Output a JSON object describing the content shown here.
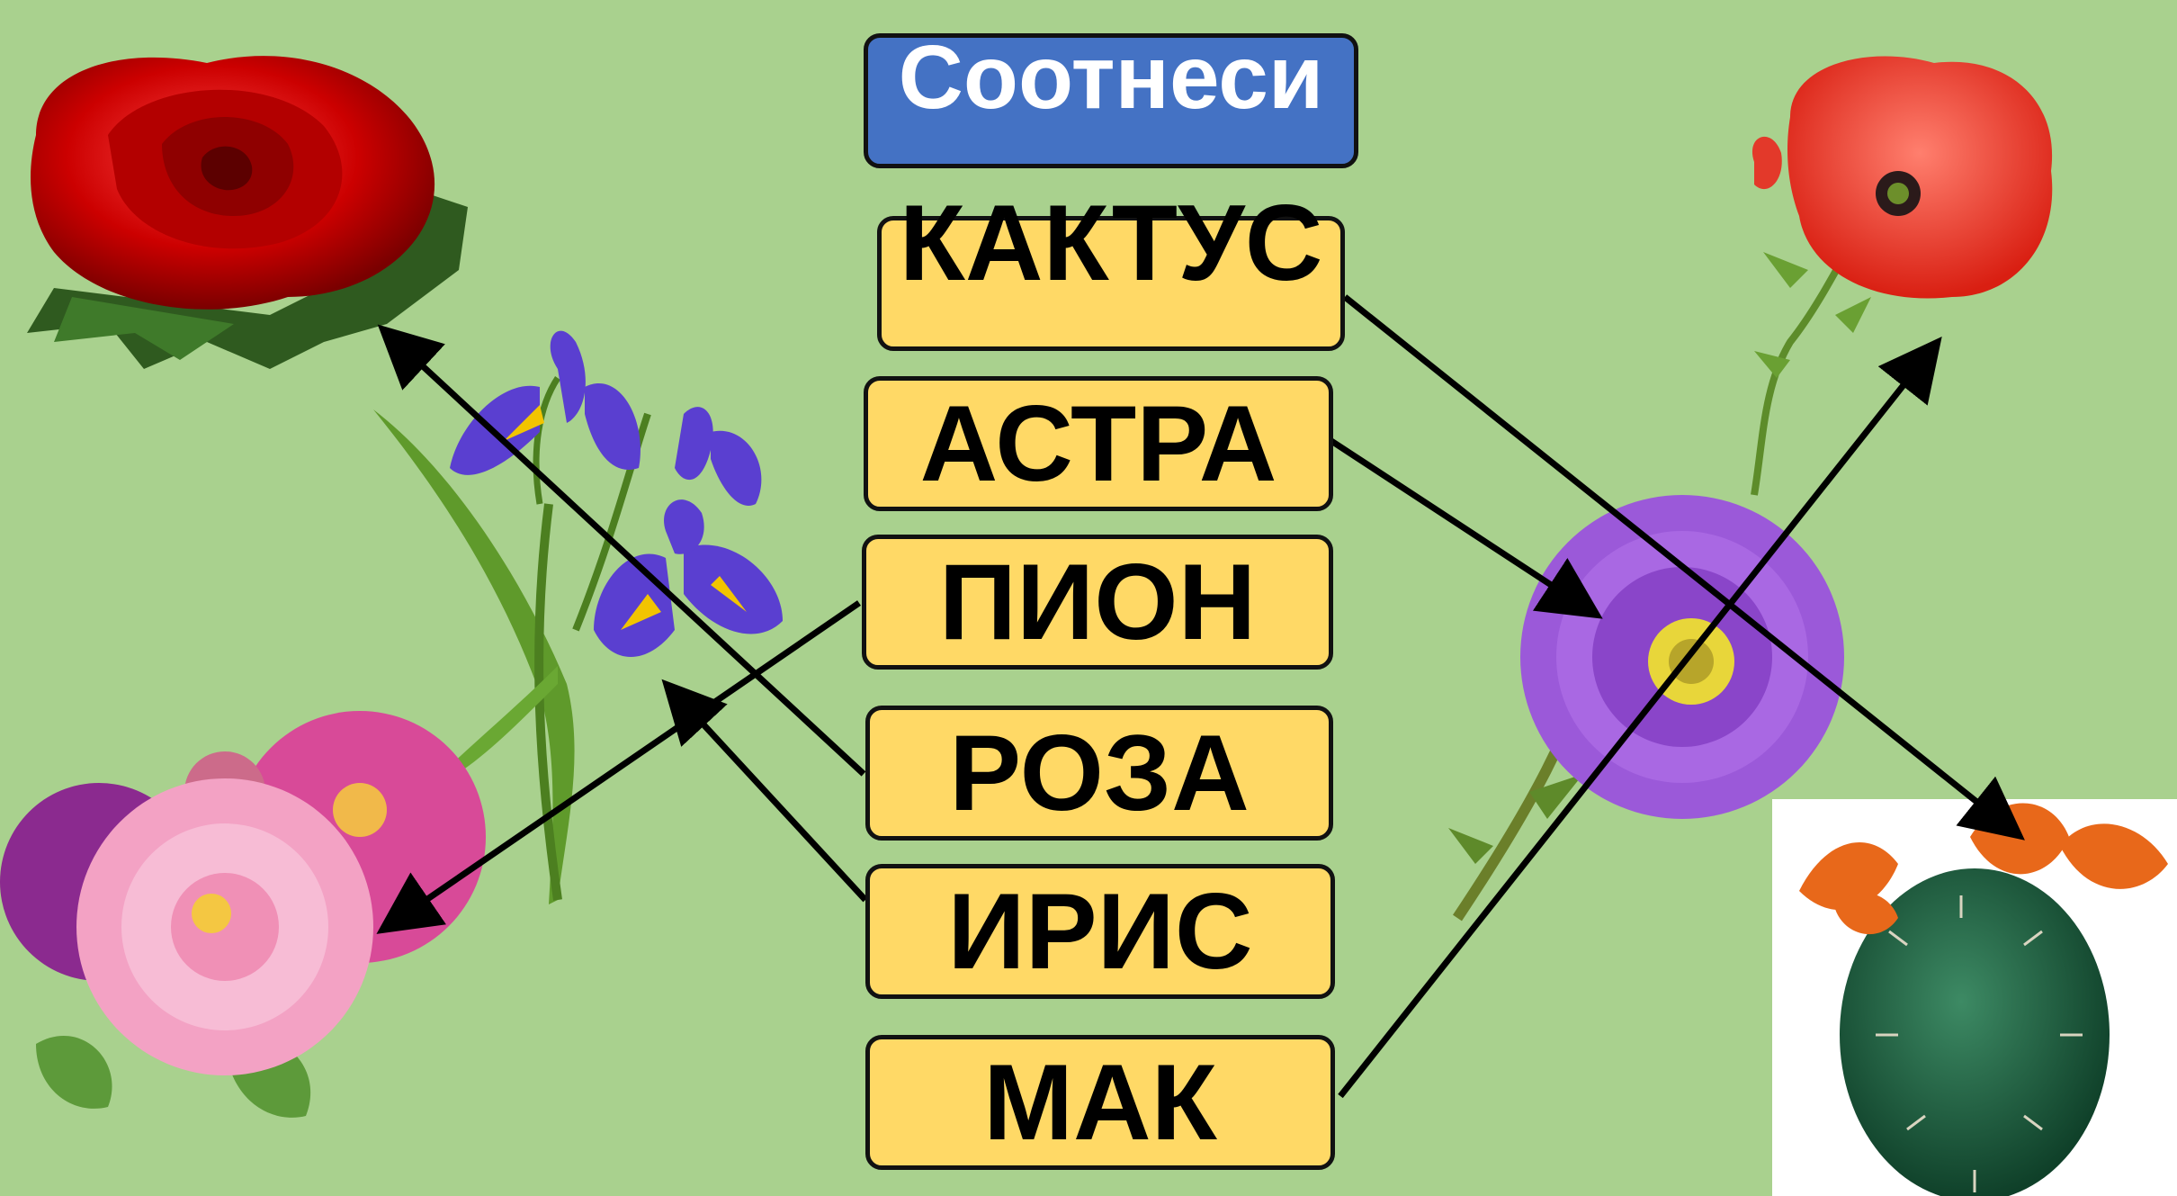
{
  "title": "Соотнеси",
  "words": [
    "КАКТУС",
    "АСТРА",
    "ПИОН",
    "РОЗА",
    "ИРИС",
    "МАК"
  ],
  "colors": {
    "background": "#a9d18e",
    "title_box": "#4472c4",
    "word_box": "#ffd966",
    "outline": "#111111"
  },
  "images": [
    "rose",
    "iris",
    "peony",
    "poppy",
    "aster",
    "cactus"
  ]
}
